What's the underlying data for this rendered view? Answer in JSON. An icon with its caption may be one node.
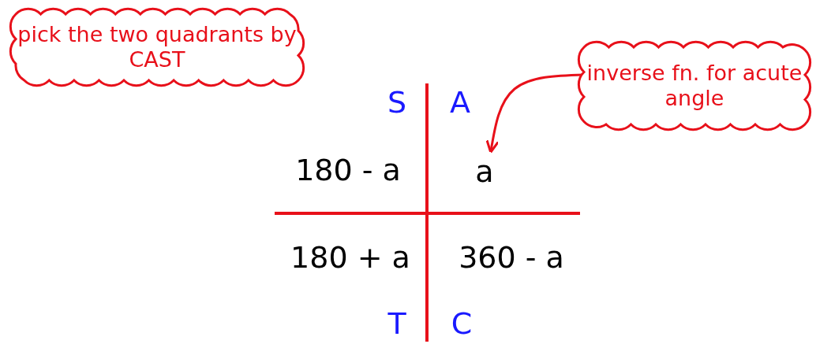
{
  "diagram": {
    "nodes": [
      {
        "text": [
          "pick the two quadrants by CAST"
        ]
      },
      {
        "text": [
          "inverse fn. for acute angle"
        ]
      },
      {
        "text": [
          "a"
        ]
      }
    ],
    "edges": [
      {
        "from": 1,
        "to": 2,
        "arrow": "to"
      }
    ],
    "labels": [
      "S",
      "A",
      "180 - a",
      "180 + a",
      "360 - a",
      "T",
      "C"
    ]
  }
}
